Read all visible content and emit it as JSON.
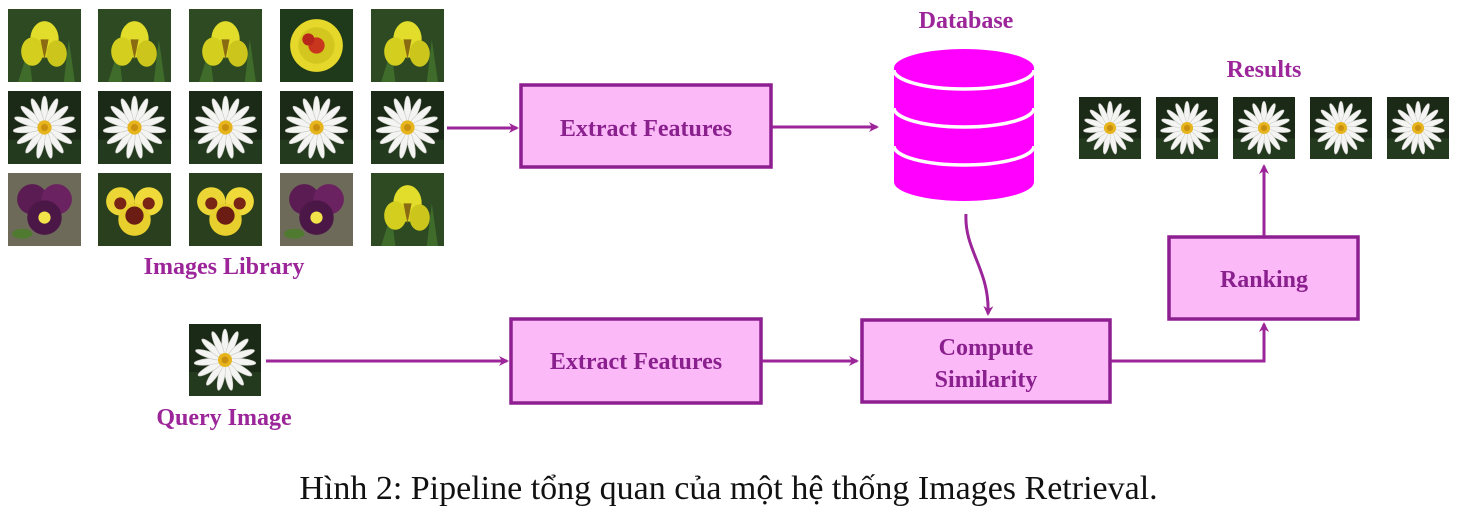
{
  "labels": {
    "images_library": "Images Library",
    "database": "Database",
    "results": "Results",
    "query_image": "Query Image"
  },
  "boxes": {
    "extract_top": "Extract Features",
    "extract_bottom": "Extract Features",
    "compute_line1": "Compute",
    "compute_line2": "Similarity",
    "ranking": "Ranking"
  },
  "caption": "Hình 2: Pipeline tổng quan của một hệ thống Images Retrieval.",
  "colors": {
    "accent": "#9b2599",
    "box_fill": "#fbb9f7",
    "box_stroke": "#8d1f91",
    "database": "#ff00ff"
  },
  "library_images": [
    [
      "yellow-iris",
      "yellow-iris",
      "yellow-iris",
      "yellow-flower",
      "yellow-iris"
    ],
    [
      "daisy",
      "daisy",
      "daisy",
      "daisy",
      "daisy"
    ],
    [
      "pansy-purple",
      "pansy-yellow",
      "pansy-yellow",
      "pansy-purple",
      "yellow-iris"
    ]
  ],
  "result_images": [
    "daisy",
    "daisy",
    "daisy",
    "daisy",
    "daisy"
  ],
  "query_image": "daisy"
}
